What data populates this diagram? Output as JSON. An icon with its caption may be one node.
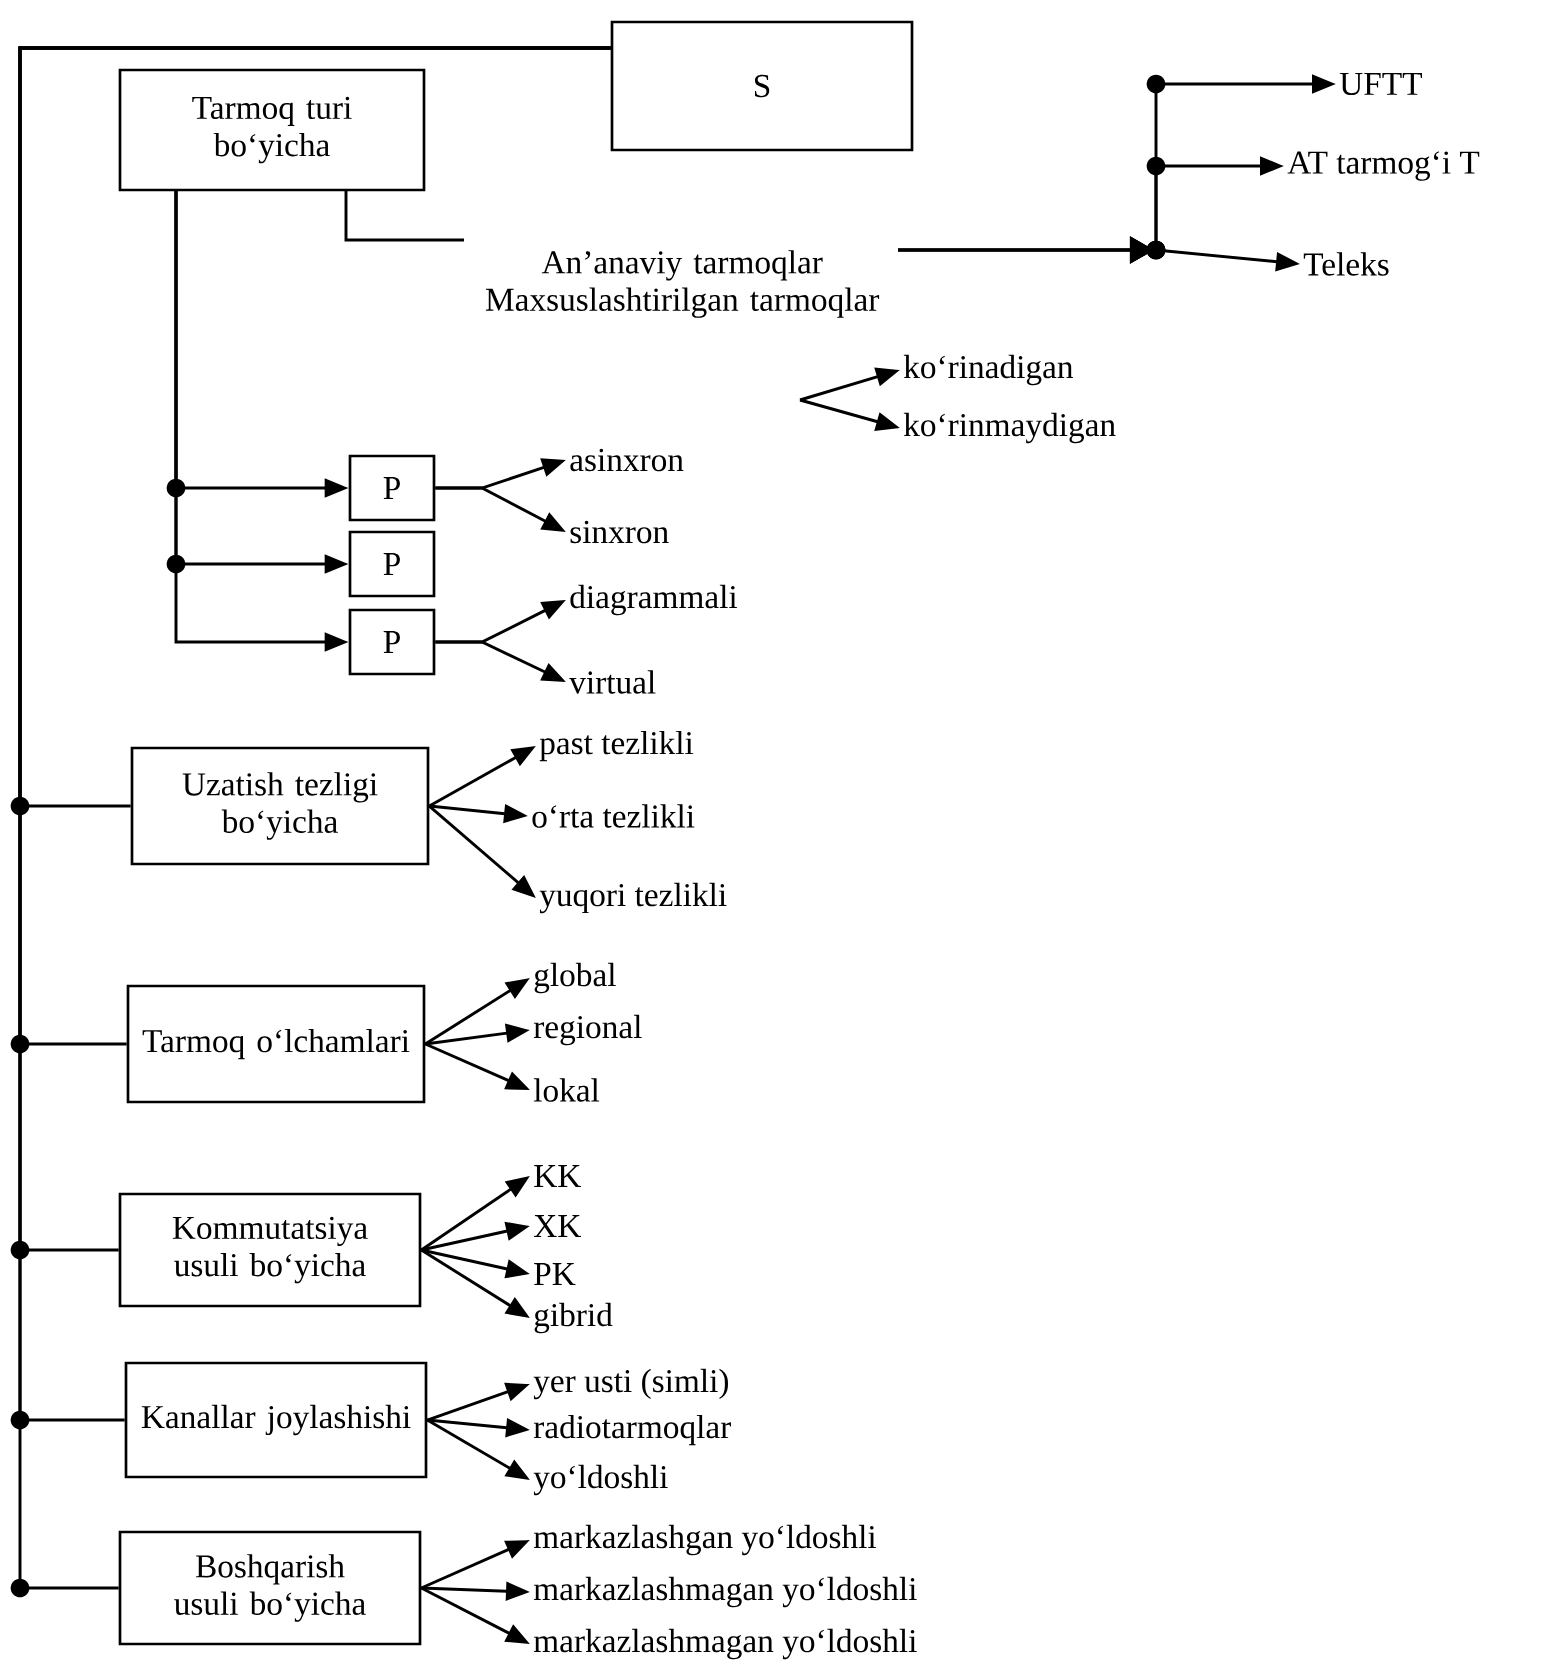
{
  "diagram": {
    "nodes": [
      {
        "text": [
          "S"
        ]
      },
      {
        "text": [
          "Tarmoq turi bo‘yicha"
        ]
      },
      {
        "text": [
          "An’anaviy tarmoqlar",
          "Maxsuslashtirilgan tarmoqlar"
        ]
      },
      {
        "text": [
          "UFTT"
        ]
      },
      {
        "text": [
          "AT tarmog‘i T"
        ]
      },
      {
        "text": [
          "Teleks"
        ]
      },
      {
        "text": [
          "ko‘rinadigan"
        ]
      },
      {
        "text": [
          "ko‘rinmaydigan"
        ]
      },
      {
        "text": [
          "P"
        ]
      },
      {
        "text": [
          "P"
        ]
      },
      {
        "text": [
          "P"
        ]
      },
      {
        "text": [
          "asinxron"
        ]
      },
      {
        "text": [
          "sinxron"
        ]
      },
      {
        "text": [
          "diagrammali"
        ]
      },
      {
        "text": [
          "virtual"
        ]
      },
      {
        "text": [
          "Uzatish tezligi bo‘yicha"
        ]
      },
      {
        "text": [
          "past tezlikli"
        ]
      },
      {
        "text": [
          "o‘rta tezlikli"
        ]
      },
      {
        "text": [
          "yuqori tezlikli"
        ]
      },
      {
        "text": [
          "Tarmoq o‘lchamlari"
        ]
      },
      {
        "text": [
          "global"
        ]
      },
      {
        "text": [
          "regional"
        ]
      },
      {
        "text": [
          "lokal"
        ]
      },
      {
        "text": [
          "Kommutatsiya usuli bo‘yicha"
        ]
      },
      {
        "text": [
          "KK"
        ]
      },
      {
        "text": [
          "XK"
        ]
      },
      {
        "text": [
          "PK"
        ]
      },
      {
        "text": [
          "gibrid"
        ]
      },
      {
        "text": [
          "Kanallar joylashishi"
        ]
      },
      {
        "text": [
          "yer usti (simli)"
        ]
      },
      {
        "text": [
          "radiotarmoqlar"
        ]
      },
      {
        "text": [
          "yo‘ldoshli"
        ]
      },
      {
        "text": [
          "Boshqarish usuli bo‘yicha"
        ]
      },
      {
        "text": [
          "markazlashgan yo‘ldoshli"
        ]
      },
      {
        "text": [
          "markazlashmagan yo‘ldoshli"
        ]
      },
      {
        "text": [
          "markazlashmagan yo‘ldoshli"
        ]
      }
    ],
    "edges": [
      {
        "from": 0,
        "to": 15,
        "arrow": "none"
      },
      {
        "from": 0,
        "to": 19,
        "arrow": "none"
      },
      {
        "from": 0,
        "to": 23,
        "arrow": "none"
      },
      {
        "from": 0,
        "to": 28,
        "arrow": "none"
      },
      {
        "from": 0,
        "to": 32,
        "arrow": "none"
      },
      {
        "from": 1,
        "to": 2,
        "arrow": "none"
      },
      {
        "from": 2,
        "to": 3,
        "arrow": "to"
      },
      {
        "from": 2,
        "to": 4,
        "arrow": "to"
      },
      {
        "from": 2,
        "to": 5,
        "arrow": "to"
      },
      {
        "from": null,
        "to": 6,
        "arrow": "to"
      },
      {
        "from": null,
        "to": 7,
        "arrow": "to"
      },
      {
        "from": 1,
        "to": 8,
        "arrow": "to"
      },
      {
        "from": 1,
        "to": 9,
        "arrow": "to"
      },
      {
        "from": 1,
        "to": 10,
        "arrow": "to"
      },
      {
        "from": 8,
        "to": 11,
        "arrow": "to"
      },
      {
        "from": 8,
        "to": 12,
        "arrow": "to"
      },
      {
        "from": 10,
        "to": 13,
        "arrow": "to"
      },
      {
        "from": 10,
        "to": 14,
        "arrow": "to"
      },
      {
        "from": 15,
        "to": 16,
        "arrow": "to"
      },
      {
        "from": 15,
        "to": 17,
        "arrow": "to"
      },
      {
        "from": 15,
        "to": 18,
        "arrow": "to"
      },
      {
        "from": 19,
        "to": 20,
        "arrow": "to"
      },
      {
        "from": 19,
        "to": 21,
        "arrow": "to"
      },
      {
        "from": 19,
        "to": 22,
        "arrow": "to"
      },
      {
        "from": 23,
        "to": 24,
        "arrow": "to"
      },
      {
        "from": 23,
        "to": 25,
        "arrow": "to"
      },
      {
        "from": 23,
        "to": 26,
        "arrow": "to"
      },
      {
        "from": 23,
        "to": 27,
        "arrow": "to"
      },
      {
        "from": 28,
        "to": 29,
        "arrow": "to"
      },
      {
        "from": 28,
        "to": 30,
        "arrow": "to"
      },
      {
        "from": 28,
        "to": 31,
        "arrow": "to"
      },
      {
        "from": 32,
        "to": 33,
        "arrow": "to"
      },
      {
        "from": 32,
        "to": 34,
        "arrow": "to"
      },
      {
        "from": 32,
        "to": 35,
        "arrow": "to"
      }
    ]
  }
}
